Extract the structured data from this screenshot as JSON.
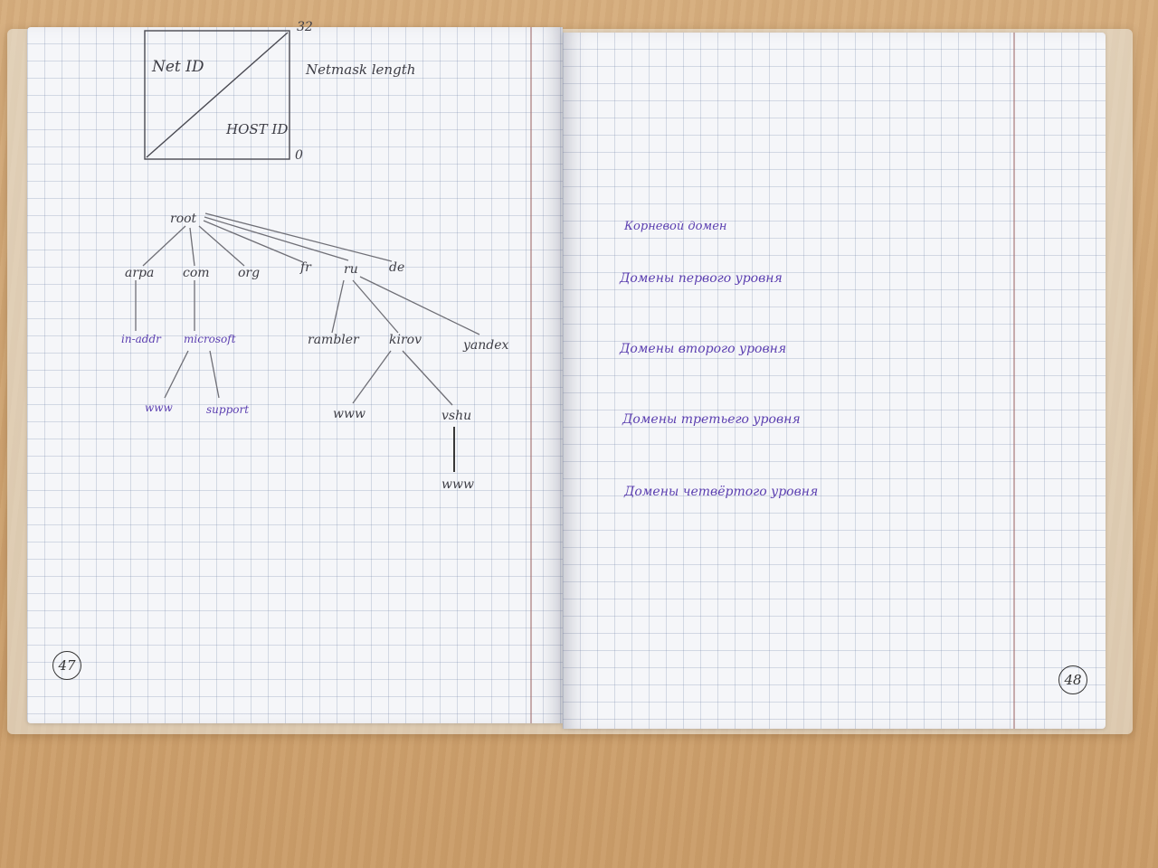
{
  "left_page": {
    "page_number": "47",
    "ip_diagram": {
      "net_label": "Net ID",
      "host_label": "HOST ID",
      "mask_label": "Netmask length",
      "top_value": "32",
      "bottom_value": "0"
    },
    "dns_tree": {
      "root": "root",
      "first_level": [
        "arpa",
        "com",
        "org",
        "fr",
        "ru",
        "de"
      ],
      "arpa_children": [
        "in-addr"
      ],
      "com_children": [
        "microsoft"
      ],
      "microsoft_children": [
        "www",
        "support"
      ],
      "ru_children": [
        "rambler",
        "kirov",
        "yandex"
      ],
      "kirov_children": [
        "www",
        "vshu"
      ],
      "vshu_children": [
        "www"
      ]
    }
  },
  "right_page": {
    "page_number": "48",
    "labels": [
      "Корневой домен",
      "Домены первого уровня",
      "Домены второго уровня",
      "Домены третьего уровня",
      "Домены четвёртого уровня"
    ]
  },
  "colors": {
    "pencil": "#3d3d45",
    "ink": "#5b3fb0",
    "grid": "#8c9ab8",
    "desk": "#cfa472"
  }
}
